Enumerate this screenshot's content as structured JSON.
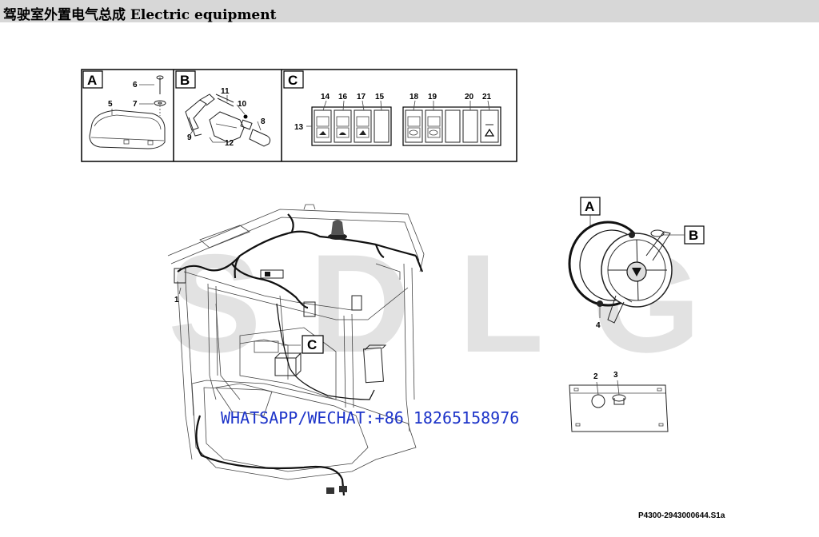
{
  "title": "驾驶室外置电气总成 Electric equipment",
  "watermark": "WHATSAPP/WECHAT:+86 18265158976",
  "background_logo": "SDLG",
  "reference": "P4300-2943000644.S1a",
  "detail_boxes": {
    "a": "A",
    "b": "B",
    "c": "C"
  },
  "callouts": {
    "c1": "1",
    "c2": "2",
    "c3": "3",
    "c4": "4",
    "c5": "5",
    "c6": "6",
    "c7": "7",
    "c8": "8",
    "c9": "9",
    "c10": "10",
    "c11": "11",
    "c12": "12",
    "c13": "13",
    "c14": "14",
    "c15": "15",
    "c16": "16",
    "c17": "17",
    "c18": "18",
    "c19": "19",
    "c20": "20",
    "c21": "21"
  },
  "colors": {
    "title_bar": "#d7d7d7",
    "watermark": "#1d34c9",
    "logo": "#e2e2e2"
  }
}
